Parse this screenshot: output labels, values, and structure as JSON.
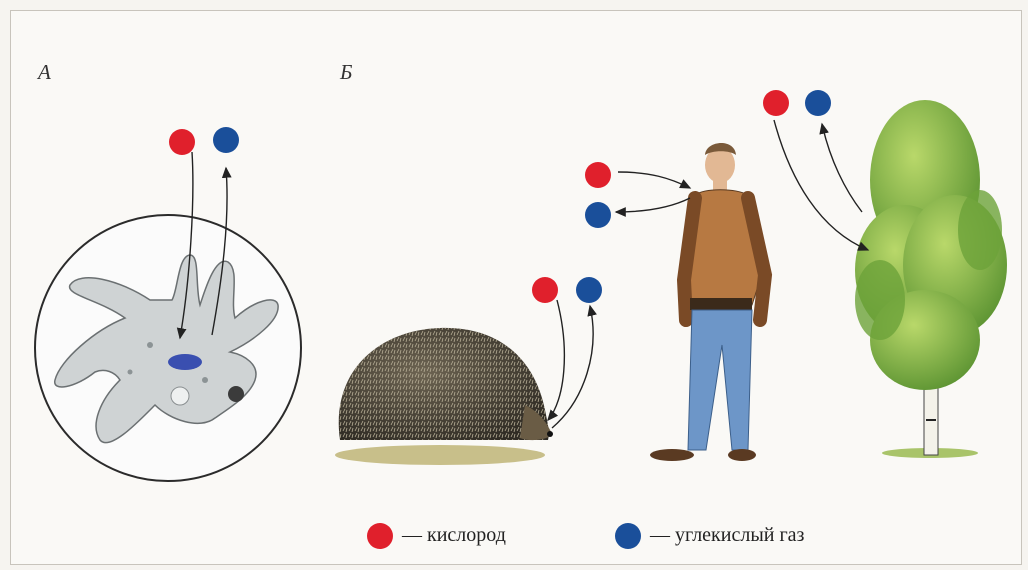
{
  "panels": {
    "a_label": "А",
    "b_label": "Б"
  },
  "legend": {
    "oxygen_label": "— кислород",
    "co2_label": "— углекислый газ"
  },
  "colors": {
    "oxygen": "#e0202c",
    "co2": "#1a4f9a"
  },
  "icons": [
    "amoeba",
    "hedgehog",
    "human",
    "birch-tree",
    "oxygen-molecule",
    "carbon-dioxide-molecule"
  ]
}
